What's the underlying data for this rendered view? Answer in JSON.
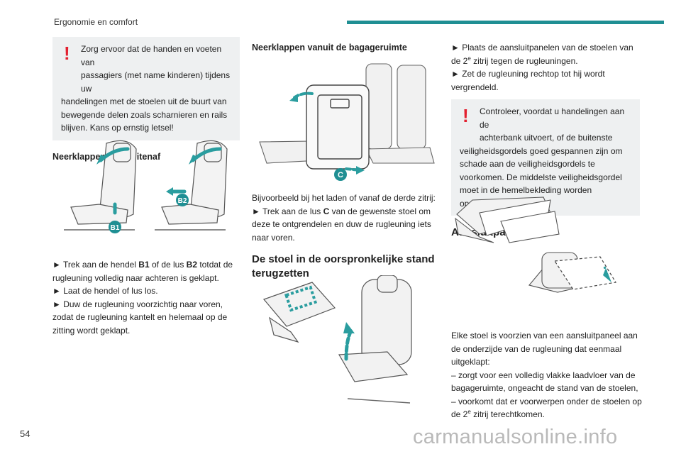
{
  "header": {
    "title": "Ergonomie en comfort",
    "accent": "#1f8f93"
  },
  "footer": {
    "page": "54",
    "watermark": "carmanualsonline.info"
  },
  "left": {
    "warning": {
      "line1": "Zorg ervoor dat de handen en voeten van",
      "line2": "passagiers (met name kinderen) tijdens uw",
      "rest": "handelingen met de stoelen uit de buurt van bewegende delen zoals scharnieren en rails blijven. Kans op ernstig letsel!"
    },
    "heading": "Neerklappen van buitenaf",
    "callouts": {
      "b1": "B1",
      "b2": "B2"
    },
    "steps": {
      "s1_pre": "► Trek aan de hendel ",
      "s1_b1": "B1",
      "s1_mid": " of de lus ",
      "s1_b2": "B2",
      "s1_post": " totdat de rugleuning volledig naar achteren is geklapt.",
      "s2": "► Laat de hendel of lus los.",
      "s3": "► Duw de rugleuning voorzichtig naar voren, zodat de rugleuning kantelt en helemaal op de zitting wordt geklapt."
    }
  },
  "middle": {
    "heading": "Neerklappen vanuit de bagageruimte",
    "callout": "C",
    "text1": "Bijvoorbeeld bij het laden of vanaf de derde zitrij:",
    "s1_pre": "► Trek aan de lus ",
    "s1_c": "C",
    "s1_post": " van de gewenste stoel om deze te ontgrendelen en duw de rugleuning iets naar voren.",
    "heading2": "De stoel in de oorspronkelijke stand terugzetten"
  },
  "right": {
    "s1_pre": "► Plaats de aansluitpanelen van de stoelen van de 2",
    "s1_sup": "e",
    "s1_post": " zitrij tegen de rugleuningen.",
    "s2": "► Zet de rugleuning rechtop tot hij wordt vergrendeld.",
    "warning": {
      "line1": "Controleer, voordat u handelingen aan de",
      "line2": "achterbank uitvoert, of de buitenste",
      "rest": "veiligheidsgordels goed gespannen zijn om schade aan de veiligheidsgordels te voorkomen. De middelste veiligheidsgordel moet in de hemelbekleding worden opgeborgen."
    },
    "heading": "Aansluitpanelen",
    "p1": "Elke stoel is voorzien van een aansluitpaneel aan de onderzijde van de rugleuning dat eenmaal uitgeklapt:",
    "d1": "– zorgt voor een volledig vlakke laadvloer van de bagageruimte, ongeacht de stand van de stoelen,",
    "d2_pre": "– voorkomt dat er voorwerpen onder de stoelen op de 2",
    "d2_sup": "e",
    "d2_post": " zitrij terechtkomen."
  }
}
